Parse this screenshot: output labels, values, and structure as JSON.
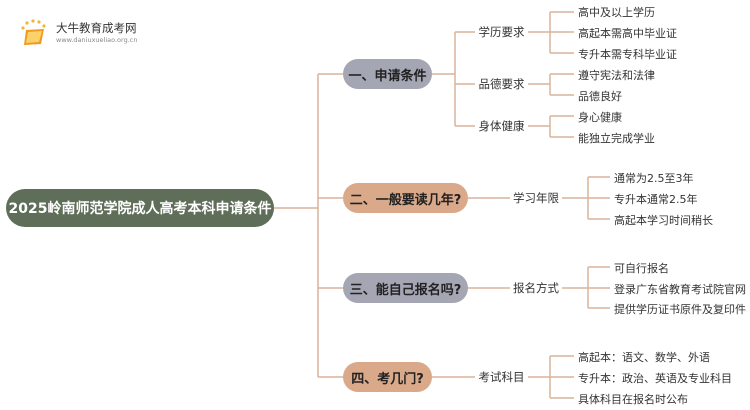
{
  "brand": {
    "name": "大牛教育成考网",
    "url": "www.daniuxueliao.org.cn"
  },
  "colors": {
    "root_bg": "#5f6e59",
    "branch1_bg": "#a4a6b4",
    "branch2_bg": "#d9a98a",
    "branch3_bg": "#a4a6b4",
    "branch4_bg": "#d9a98a",
    "connector": "#d9b49a"
  },
  "mindmap": {
    "root": "2025岭南师范学院成人高考本科申请条件",
    "branches": [
      {
        "label": "一、申请条件",
        "groups": [
          {
            "label": "学历要求",
            "items": [
              "高中及以上学历",
              "高起本需高中毕业证",
              "专升本需专科毕业证"
            ]
          },
          {
            "label": "品德要求",
            "items": [
              "遵守宪法和法律",
              "品德良好"
            ]
          },
          {
            "label": "身体健康",
            "items": [
              "身心健康",
              "能独立完成学业"
            ]
          }
        ]
      },
      {
        "label": "二、一般要读几年?",
        "groups": [
          {
            "label": "学习年限",
            "items": [
              "通常为2.5至3年",
              "专升本通常2.5年",
              "高起本学习时间稍长"
            ]
          }
        ]
      },
      {
        "label": "三、能自己报名吗?",
        "groups": [
          {
            "label": "报名方式",
            "items": [
              "可自行报名",
              "登录广东省教育考试院官网",
              "提供学历证书原件及复印件"
            ]
          }
        ]
      },
      {
        "label": "四、考几门?",
        "groups": [
          {
            "label": "考试科目",
            "items": [
              "高起本：语文、数学、外语",
              "专升本：政治、英语及专业科目",
              "具体科目在报名时公布"
            ]
          }
        ]
      }
    ]
  }
}
